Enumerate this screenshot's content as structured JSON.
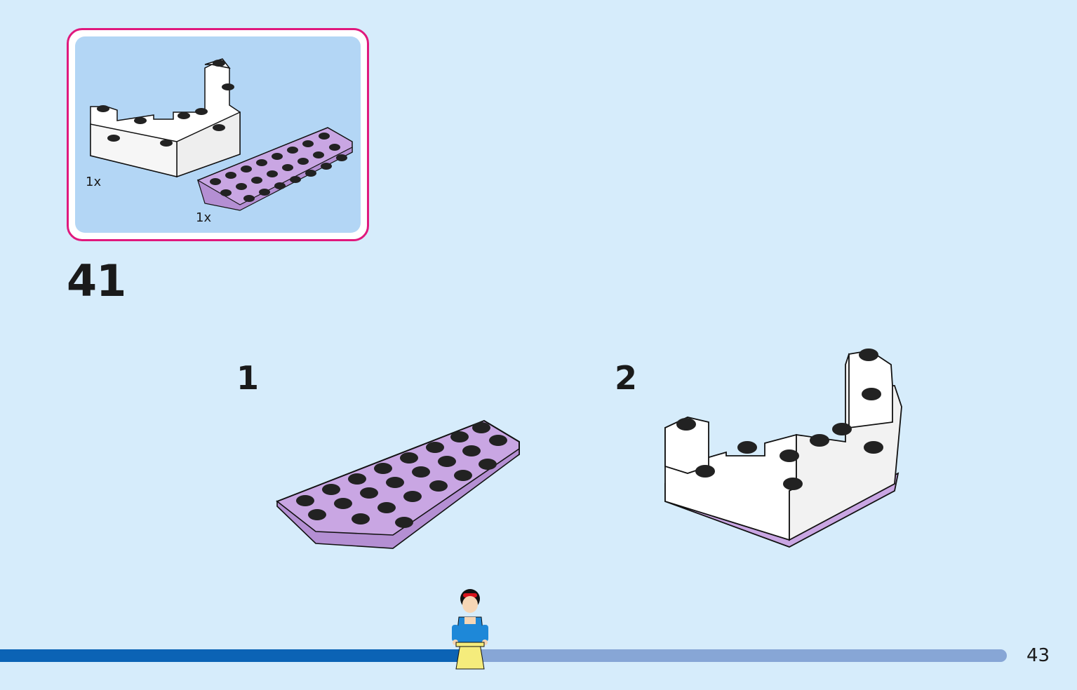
{
  "parts_box": {
    "items": [
      {
        "qty": "1x",
        "part_icon": "white-castle-wall-icon"
      },
      {
        "qty": "1x",
        "part_icon": "lavender-wedge-plate-icon"
      }
    ],
    "border_color": "#e0197d"
  },
  "step": {
    "number": "41",
    "substeps": [
      {
        "label": "1"
      },
      {
        "label": "2"
      }
    ]
  },
  "progress": {
    "fraction": 0.46,
    "fill_color": "#0b63b5",
    "track_color": "#87a6d6",
    "marker_icon": "snow-white-minifigure-icon"
  },
  "page": {
    "number": "43"
  }
}
